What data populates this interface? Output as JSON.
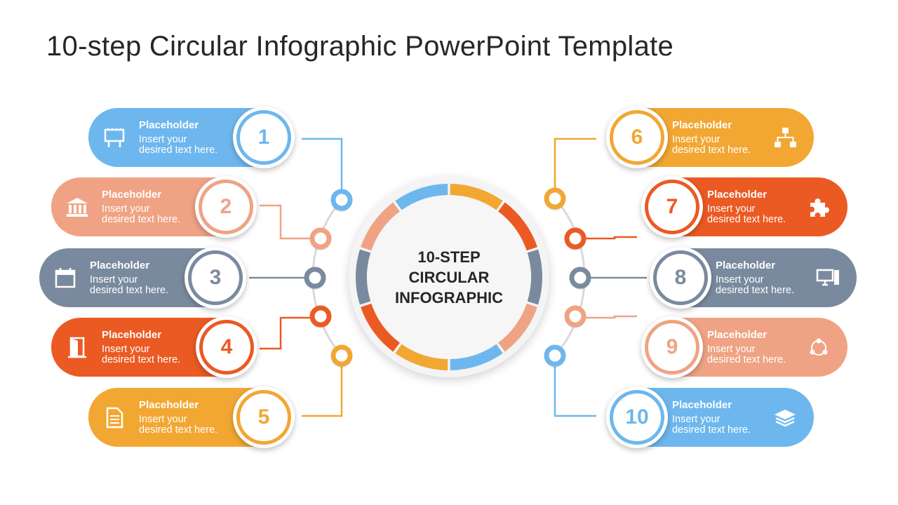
{
  "title": "10-step Circular Infographic PowerPoint Template",
  "center": {
    "line1": "10-STEP",
    "line2": "CIRCULAR",
    "line3": "INFOGRAPHIC"
  },
  "colors": {
    "blue": "#6DB7EE",
    "salmon": "#EFA384",
    "gray": "#7A8A9E",
    "red": "#EB5A23",
    "orange": "#F2A733"
  },
  "steps": [
    {
      "num": "1",
      "heading": "Placeholder",
      "text1": "Insert your",
      "text2": "desired text here.",
      "icon": "billboard-icon",
      "color": "#6DB7EE"
    },
    {
      "num": "2",
      "heading": "Placeholder",
      "text1": "Insert your",
      "text2": "desired text here.",
      "icon": "bank-icon",
      "color": "#EFA384"
    },
    {
      "num": "3",
      "heading": "Placeholder",
      "text1": "Insert your",
      "text2": "desired text here.",
      "icon": "calendar-icon",
      "color": "#7A8A9E"
    },
    {
      "num": "4",
      "heading": "Placeholder",
      "text1": "Insert your",
      "text2": "desired text here.",
      "icon": "door-icon",
      "color": "#EB5A23"
    },
    {
      "num": "5",
      "heading": "Placeholder",
      "text1": "Insert your",
      "text2": "desired text here.",
      "icon": "document-icon",
      "color": "#F2A733"
    },
    {
      "num": "6",
      "heading": "Placeholder",
      "text1": "Insert your",
      "text2": "desired text here.",
      "icon": "hierarchy-icon",
      "color": "#F2A733"
    },
    {
      "num": "7",
      "heading": "Placeholder",
      "text1": "Insert your",
      "text2": "desired text here.",
      "icon": "puzzle-icon",
      "color": "#EB5A23"
    },
    {
      "num": "8",
      "heading": "Placeholder",
      "text1": "Insert your",
      "text2": "desired text here.",
      "icon": "computer-icon",
      "color": "#7A8A9E"
    },
    {
      "num": "9",
      "heading": "Placeholder",
      "text1": "Insert your",
      "text2": "desired text here.",
      "icon": "cycle-icon",
      "color": "#EFA384"
    },
    {
      "num": "10",
      "heading": "Placeholder",
      "text1": "Insert your",
      "text2": "desired text here.",
      "icon": "layers-icon",
      "color": "#6DB7EE"
    }
  ]
}
